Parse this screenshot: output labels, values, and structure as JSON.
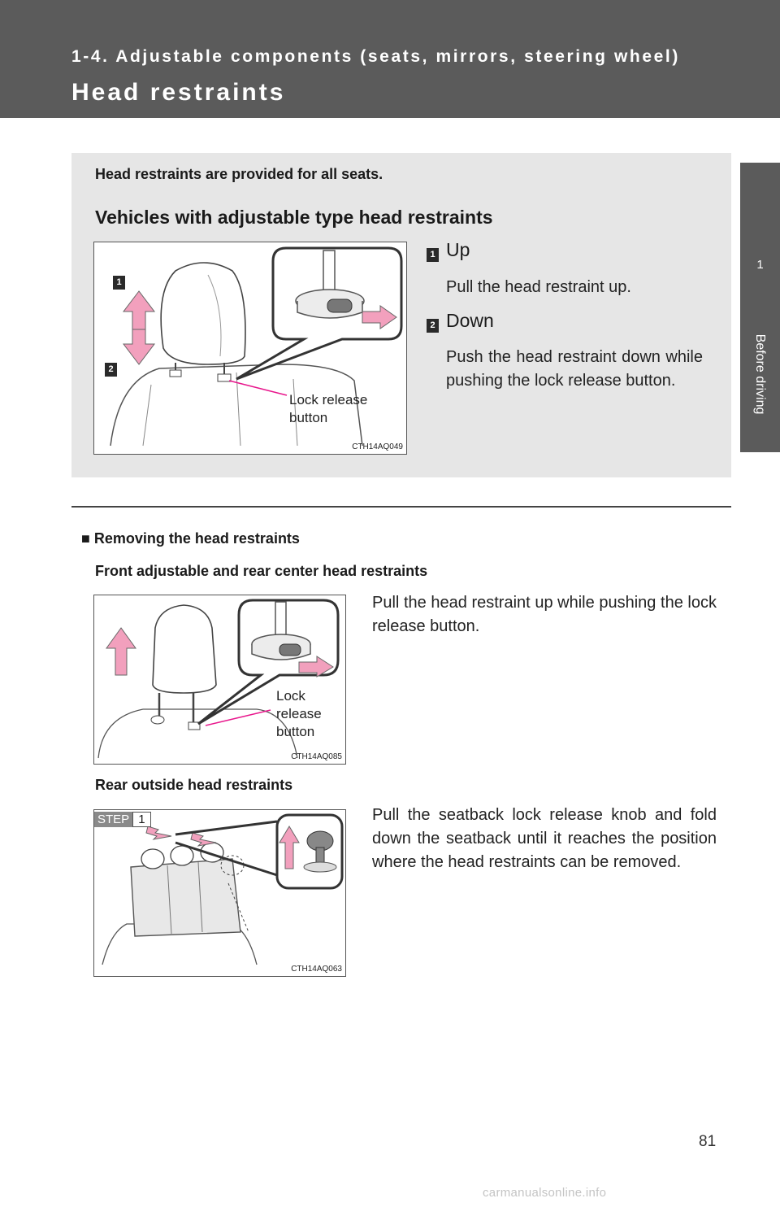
{
  "header": {
    "section": "1-4. Adjustable components (seats, mirrors, steering wheel)",
    "title": "Head restraints"
  },
  "side_tab": {
    "number": "1",
    "label": "Before driving"
  },
  "intro": {
    "text": "Head restraints are provided for all seats.",
    "subhead": "Vehicles with adjustable type head restraints",
    "figure": {
      "code": "CTH14AQ049",
      "callout": [
        "Lock release",
        "button"
      ],
      "badges": [
        "1",
        "2"
      ]
    },
    "steps": [
      {
        "badge": "1",
        "label": "Up",
        "desc": "Pull the head restraint up."
      },
      {
        "badge": "2",
        "label": "Down",
        "desc": "Push the head restraint down while pushing the lock release button."
      }
    ]
  },
  "removing": {
    "heading": "Removing the head restraints",
    "front": {
      "title": "Front adjustable and rear center head restraints",
      "text": "Pull the head restraint up while pushing the lock release button.",
      "figure": {
        "code": "CTH14AQ085",
        "callout": [
          "Lock",
          "release",
          "button"
        ]
      }
    },
    "rear": {
      "title": "Rear outside head restraints",
      "text": "Pull the seatback lock release knob and fold down the seatback until it reaches the position where the head restraints can be removed.",
      "figure": {
        "code": "CTH14AQ063",
        "step_word": "STEP",
        "step_num": "1"
      }
    }
  },
  "page_number": "81",
  "watermark": "carmanualsonline.info",
  "colors": {
    "header_band": "#5b5b5b",
    "panel": "#e6e6e6",
    "arrow_pink": "#f2a0bd",
    "pointer_magenta": "#e8168c"
  }
}
